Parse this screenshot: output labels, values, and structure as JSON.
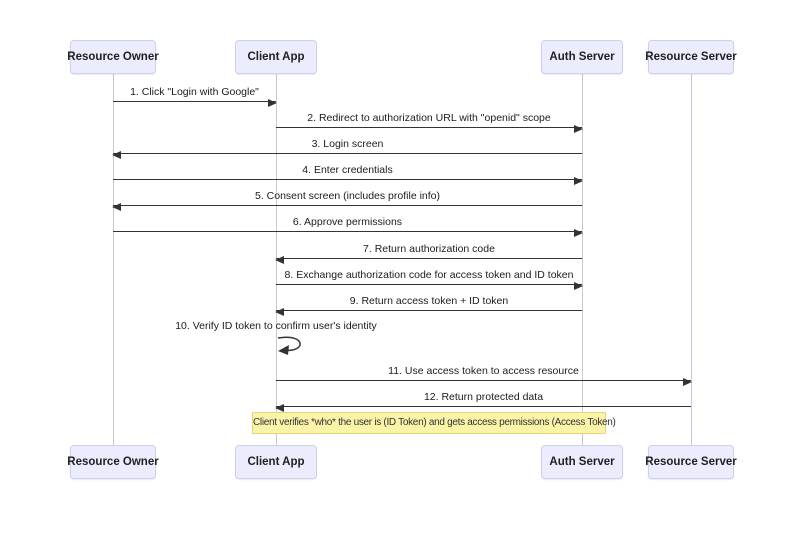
{
  "diagram": {
    "type": "sequence-diagram",
    "actors": [
      {
        "id": "resource-owner",
        "label": "Resource Owner"
      },
      {
        "id": "client-app",
        "label": "Client App"
      },
      {
        "id": "auth-server",
        "label": "Auth Server"
      },
      {
        "id": "resource-server",
        "label": "Resource Server"
      }
    ],
    "messages": [
      {
        "label": "1. Click \"Login with Google\"",
        "from": "Resource Owner",
        "to": "Client App"
      },
      {
        "label": "2. Redirect to authorization URL with \"openid\" scope",
        "from": "Client App",
        "to": "Auth Server"
      },
      {
        "label": "3. Login screen",
        "from": "Auth Server",
        "to": "Resource Owner"
      },
      {
        "label": "4. Enter credentials",
        "from": "Resource Owner",
        "to": "Auth Server"
      },
      {
        "label": "5. Consent screen (includes profile info)",
        "from": "Auth Server",
        "to": "Resource Owner"
      },
      {
        "label": "6. Approve permissions",
        "from": "Resource Owner",
        "to": "Auth Server"
      },
      {
        "label": "7. Return authorization code",
        "from": "Auth Server",
        "to": "Client App"
      },
      {
        "label": "8. Exchange authorization code for access token and ID token",
        "from": "Client App",
        "to": "Auth Server"
      },
      {
        "label": "9. Return access token + ID token",
        "from": "Auth Server",
        "to": "Client App"
      },
      {
        "label": "10. Verify ID token to confirm user's identity",
        "from": "Client App",
        "to": "Client App"
      },
      {
        "label": "11. Use access token to access resource",
        "from": "Client App",
        "to": "Resource Server"
      },
      {
        "label": "12. Return protected data",
        "from": "Resource Server",
        "to": "Client App"
      }
    ],
    "note": {
      "text": "Client verifies *who* the user is (ID Token) and gets access permissions (Access Token)",
      "over": [
        "Client App",
        "Auth Server"
      ]
    },
    "colors": {
      "actor_fill": "#ECECFF",
      "actor_border": "#CFCFE8",
      "note_fill": "#FBF3A7",
      "note_border": "#E3D57E",
      "arrow": "#333333",
      "lifeline": "#C9C8DA"
    }
  }
}
